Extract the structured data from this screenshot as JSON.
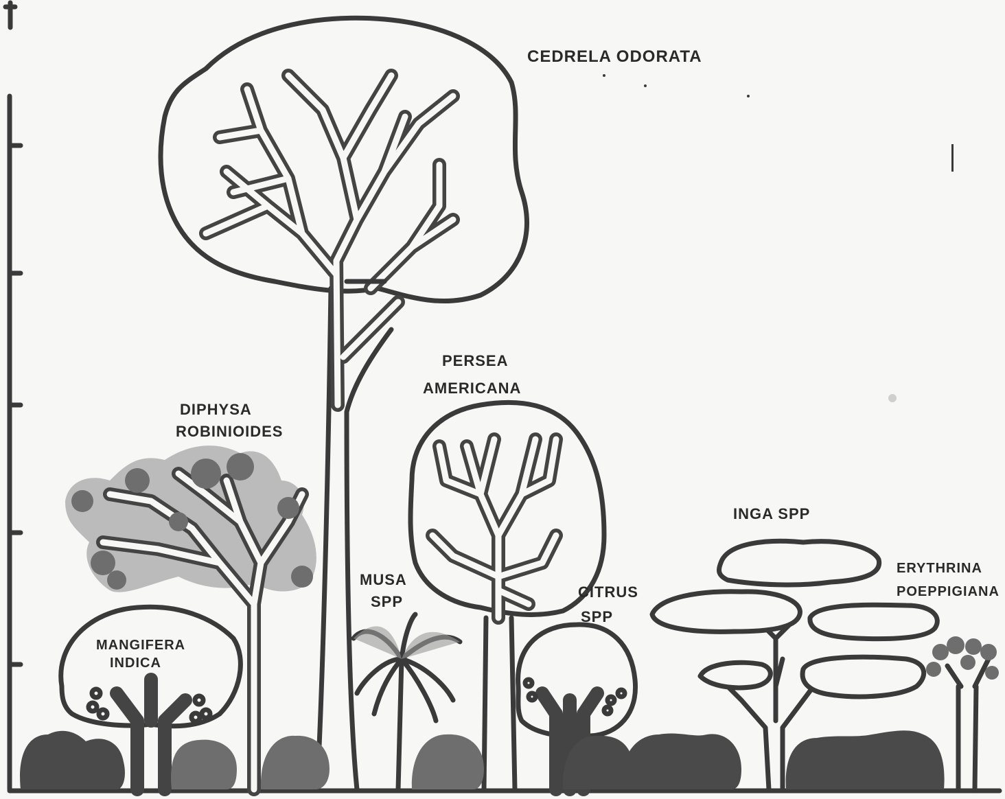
{
  "labels": {
    "cedrela": "CEDRELA ODORATA",
    "diphysa_1": "DIPHYSA",
    "diphysa_2": "ROBINIOIDES",
    "persea_1": "PERSEA",
    "persea_2": "AMERICANA",
    "musa_1": "MUSA",
    "musa_2": "SPP",
    "citrus_1": "CITRUS",
    "citrus_2": "SPP",
    "inga": "INGA SPP",
    "erythrina_1": "ERYTHRINA",
    "erythrina_2": "POEPPIGIANA",
    "mangifera_1": "MANGIFERA",
    "mangifera_2": "INDICA"
  },
  "colors": {
    "ink": "#3a3a3a",
    "paper": "#f7f7f5",
    "shrub_dark": "#4a4a4a",
    "shrub_light": "#6e6e6e"
  },
  "icons": [
    "tree-icon",
    "palm-icon",
    "shrub-icon"
  ]
}
